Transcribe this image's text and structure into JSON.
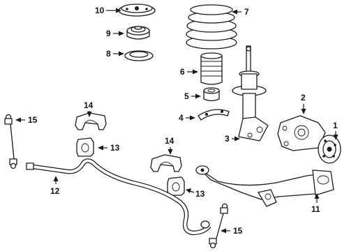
{
  "callouts": {
    "c1": "1",
    "c2": "2",
    "c3": "3",
    "c4": "4",
    "c5": "5",
    "c6": "6",
    "c7": "7",
    "c8": "8",
    "c9": "9",
    "c10": "10",
    "c11": "11",
    "c12": "12",
    "c13a": "13",
    "c13b": "13",
    "c14a": "14",
    "c14b": "14",
    "c15a": "15",
    "c15b": "15"
  }
}
